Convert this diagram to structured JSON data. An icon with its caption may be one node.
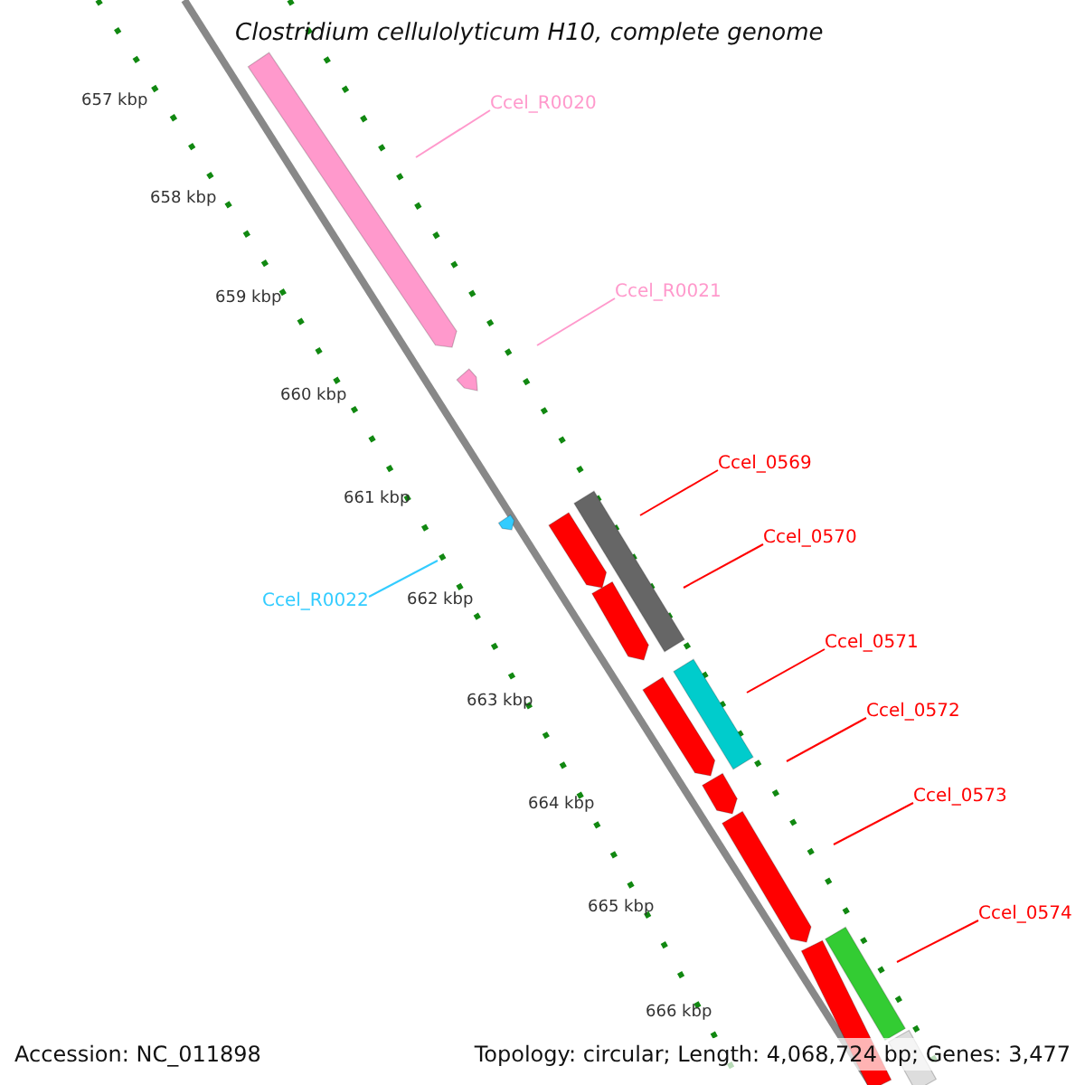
{
  "diagram": {
    "title": "Clostridium cellulolyticum H10, complete genome",
    "nodes": [
      {
        "text": [
          "Ccel_R0020"
        ]
      },
      {
        "text": [
          "Ccel_R0021"
        ]
      },
      {
        "text": [
          "Ccel_R0022"
        ]
      },
      {
        "text": [
          "Ccel_0569"
        ]
      },
      {
        "text": [
          "Ccel_0570"
        ]
      },
      {
        "text": [
          "Ccel_0571"
        ]
      },
      {
        "text": [
          "Ccel_0572"
        ]
      },
      {
        "text": [
          "Ccel_0573"
        ]
      },
      {
        "text": [
          "Ccel_0574"
        ]
      }
    ],
    "edges": [
      {
        "from": 0,
        "to": null,
        "arrow": "none",
        "color": "#ff99cc"
      },
      {
        "from": 1,
        "to": null,
        "arrow": "none",
        "color": "#ff99cc"
      },
      {
        "from": 2,
        "to": null,
        "arrow": "none",
        "color": "#33ccff"
      },
      {
        "from": 3,
        "to": null,
        "arrow": "none"
      },
      {
        "from": 4,
        "to": null,
        "arrow": "none"
      },
      {
        "from": 5,
        "to": null,
        "arrow": "none"
      },
      {
        "from": 6,
        "to": null,
        "arrow": "none"
      },
      {
        "from": 7,
        "to": null,
        "arrow": "none"
      },
      {
        "from": 8,
        "to": null,
        "arrow": "none"
      }
    ],
    "labels": [
      "657 kbp",
      "658 kbp",
      "659 kbp",
      "660 kbp",
      "661 kbp",
      "662 kbp",
      "663 kbp",
      "664 kbp",
      "665 kbp",
      "666 kbp",
      "Accession: NC_011898",
      "Topology: circular; Length: 4,068,724 bp; Genes: 3,477"
    ]
  }
}
